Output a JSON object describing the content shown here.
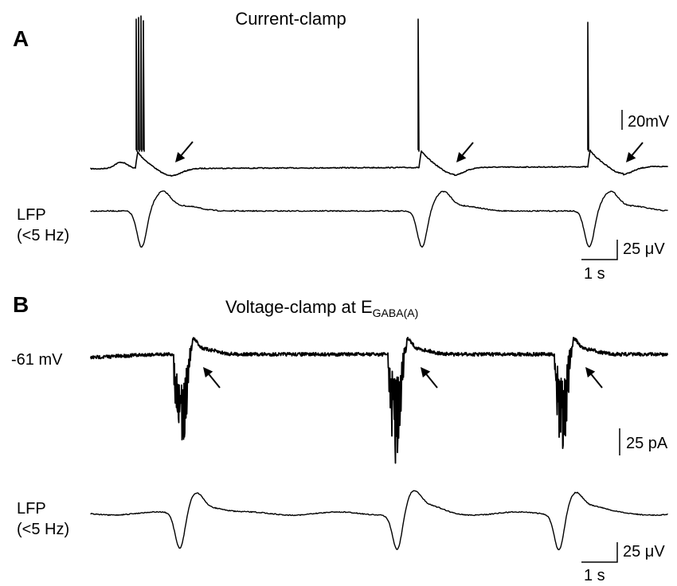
{
  "panels": [
    {
      "letter": "A",
      "title": "Current-clamp",
      "traces": [
        {
          "label": ""
        },
        {
          "label": [
            "LFP",
            "(<5 Hz)"
          ]
        }
      ],
      "scale": {
        "v1": "20mV",
        "v2": "25 μV",
        "h": "1 s"
      }
    },
    {
      "letter": "B",
      "title_main": "Voltage-clamp at E",
      "title_sub": "GABA(A)",
      "holding": "-61 mV",
      "traces": [
        {
          "label": ""
        },
        {
          "label": [
            "LFP",
            "(<5 Hz)"
          ]
        }
      ],
      "scale": {
        "v1": "25 pA",
        "v2": "25 μV",
        "h": "1 s"
      }
    }
  ],
  "arrow_color": "#000000",
  "trace_color": "#000000"
}
